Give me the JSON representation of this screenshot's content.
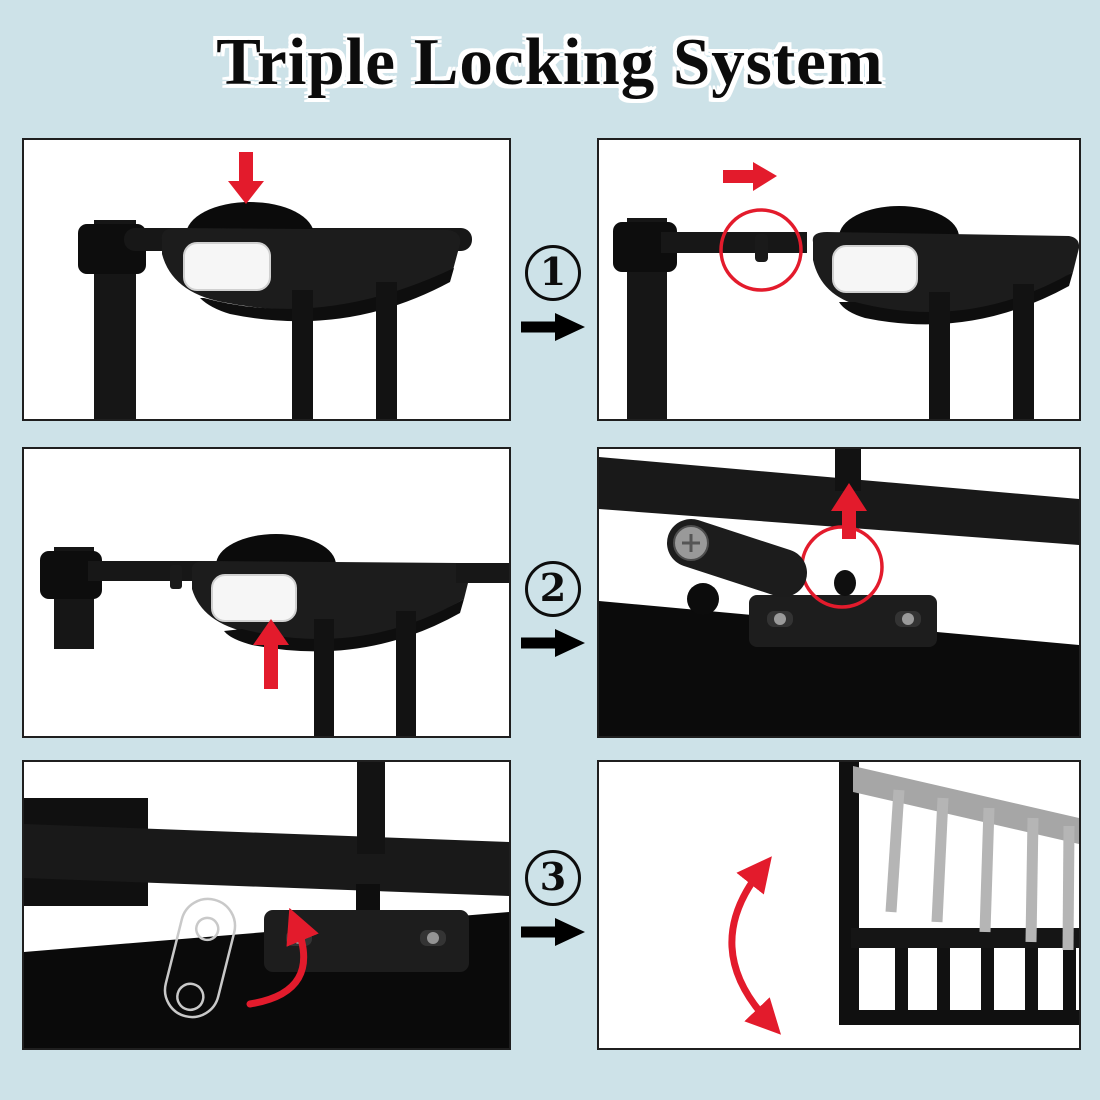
{
  "page": {
    "title": "Triple Locking System",
    "background_color": "#cde2e8",
    "accent_color": "#e31b2c",
    "panel_border_color": "#1f1f1f"
  },
  "steps": [
    {
      "number": "1",
      "divider_icon": "black-right-arrow"
    },
    {
      "number": "2",
      "divider_icon": "black-right-arrow"
    },
    {
      "number": "3",
      "divider_icon": "black-right-arrow"
    }
  ],
  "panels": [
    {
      "row": 1,
      "side": "left",
      "annotation_icon": "red-arrow-down"
    },
    {
      "row": 1,
      "side": "right",
      "annotation_icon": "red-arrow-right",
      "highlight_icon": "red-circle"
    },
    {
      "row": 2,
      "side": "left",
      "annotation_icon": "red-arrow-up"
    },
    {
      "row": 2,
      "side": "right",
      "annotation_icon": "red-arrow-up",
      "highlight_icon": "red-circle"
    },
    {
      "row": 3,
      "side": "left",
      "annotation_icon": "red-curved-arrow"
    },
    {
      "row": 3,
      "side": "right",
      "annotation_icon": "red-curved-double-arrow"
    }
  ]
}
